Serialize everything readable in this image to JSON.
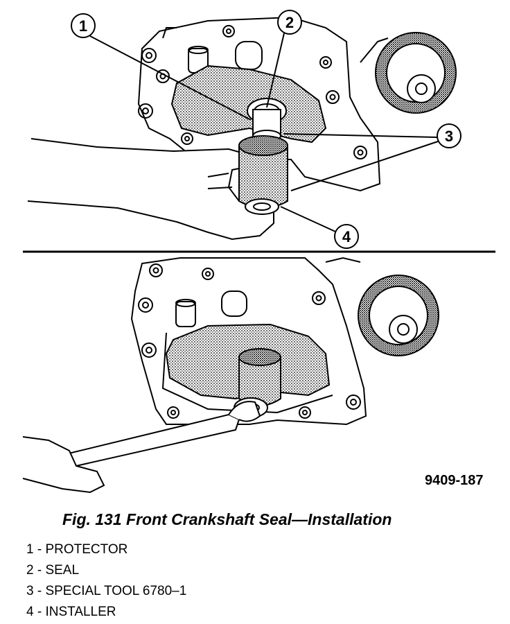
{
  "figure": {
    "code": "9409-187",
    "caption": "Fig. 131 Front Crankshaft Seal—Installation",
    "callouts": [
      "1",
      "2",
      "3",
      "4"
    ],
    "legend": [
      "1 - PROTECTOR",
      "2 - SEAL",
      "3 - SPECIAL TOOL 6780–1",
      "4 - INSTALLER"
    ]
  }
}
